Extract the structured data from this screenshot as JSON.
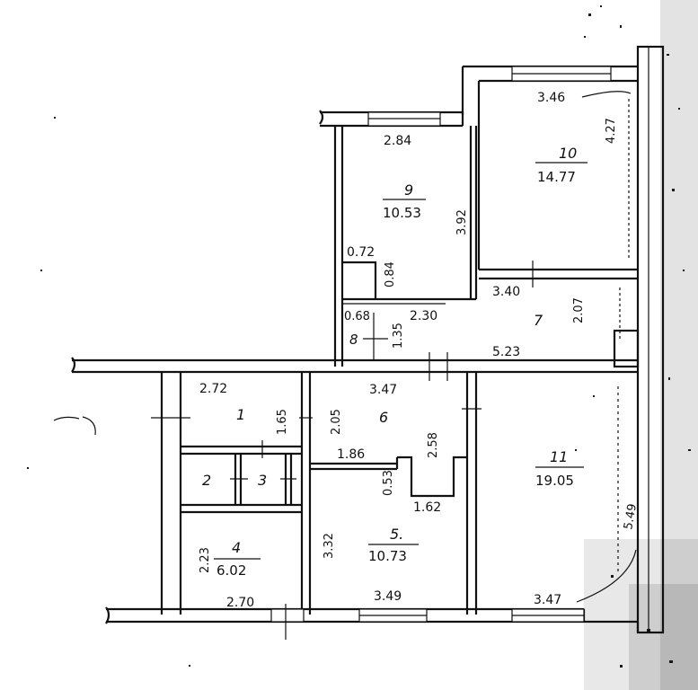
{
  "rooms": [
    {
      "id": "1",
      "number": "1",
      "area": ""
    },
    {
      "id": "2",
      "number": "2",
      "area": ""
    },
    {
      "id": "3",
      "number": "3",
      "area": ""
    },
    {
      "id": "4",
      "number": "4",
      "area": "6.02"
    },
    {
      "id": "5",
      "number": "5.",
      "area": "10.73"
    },
    {
      "id": "6",
      "number": "6",
      "area": ""
    },
    {
      "id": "7",
      "number": "7",
      "area": ""
    },
    {
      "id": "8",
      "number": "8",
      "area": ""
    },
    {
      "id": "9",
      "number": "9",
      "area": "10.53"
    },
    {
      "id": "10",
      "number": "10",
      "area": "14.77"
    },
    {
      "id": "11",
      "number": "11",
      "area": "19.05"
    }
  ],
  "dimensions": {
    "d_3_46": "3.46",
    "d_4_27": "4.27",
    "d_2_84": "2.84",
    "d_3_92": "3.92",
    "d_0_72": "0.72",
    "d_0_84": "0.84",
    "d_3_40": "3.40",
    "d_2_07": "2.07",
    "d_0_68": "0.68",
    "d_2_30": "2.30",
    "d_1_35": "1.35",
    "d_5_23": "5.23",
    "d_2_72": "2.72",
    "d_1_65": "1.65",
    "d_2_05": "2.05",
    "d_3_47_top": "3.47",
    "d_1_86": "1.86",
    "d_2_58": "2.58",
    "d_0_53": "0.53",
    "d_1_62": "1.62",
    "d_2_23": "2.23",
    "d_3_32": "3.32",
    "d_5_49": "5.49",
    "d_2_70": "2.70",
    "d_3_49": "3.49",
    "d_3_47_bottom": "3.47"
  }
}
